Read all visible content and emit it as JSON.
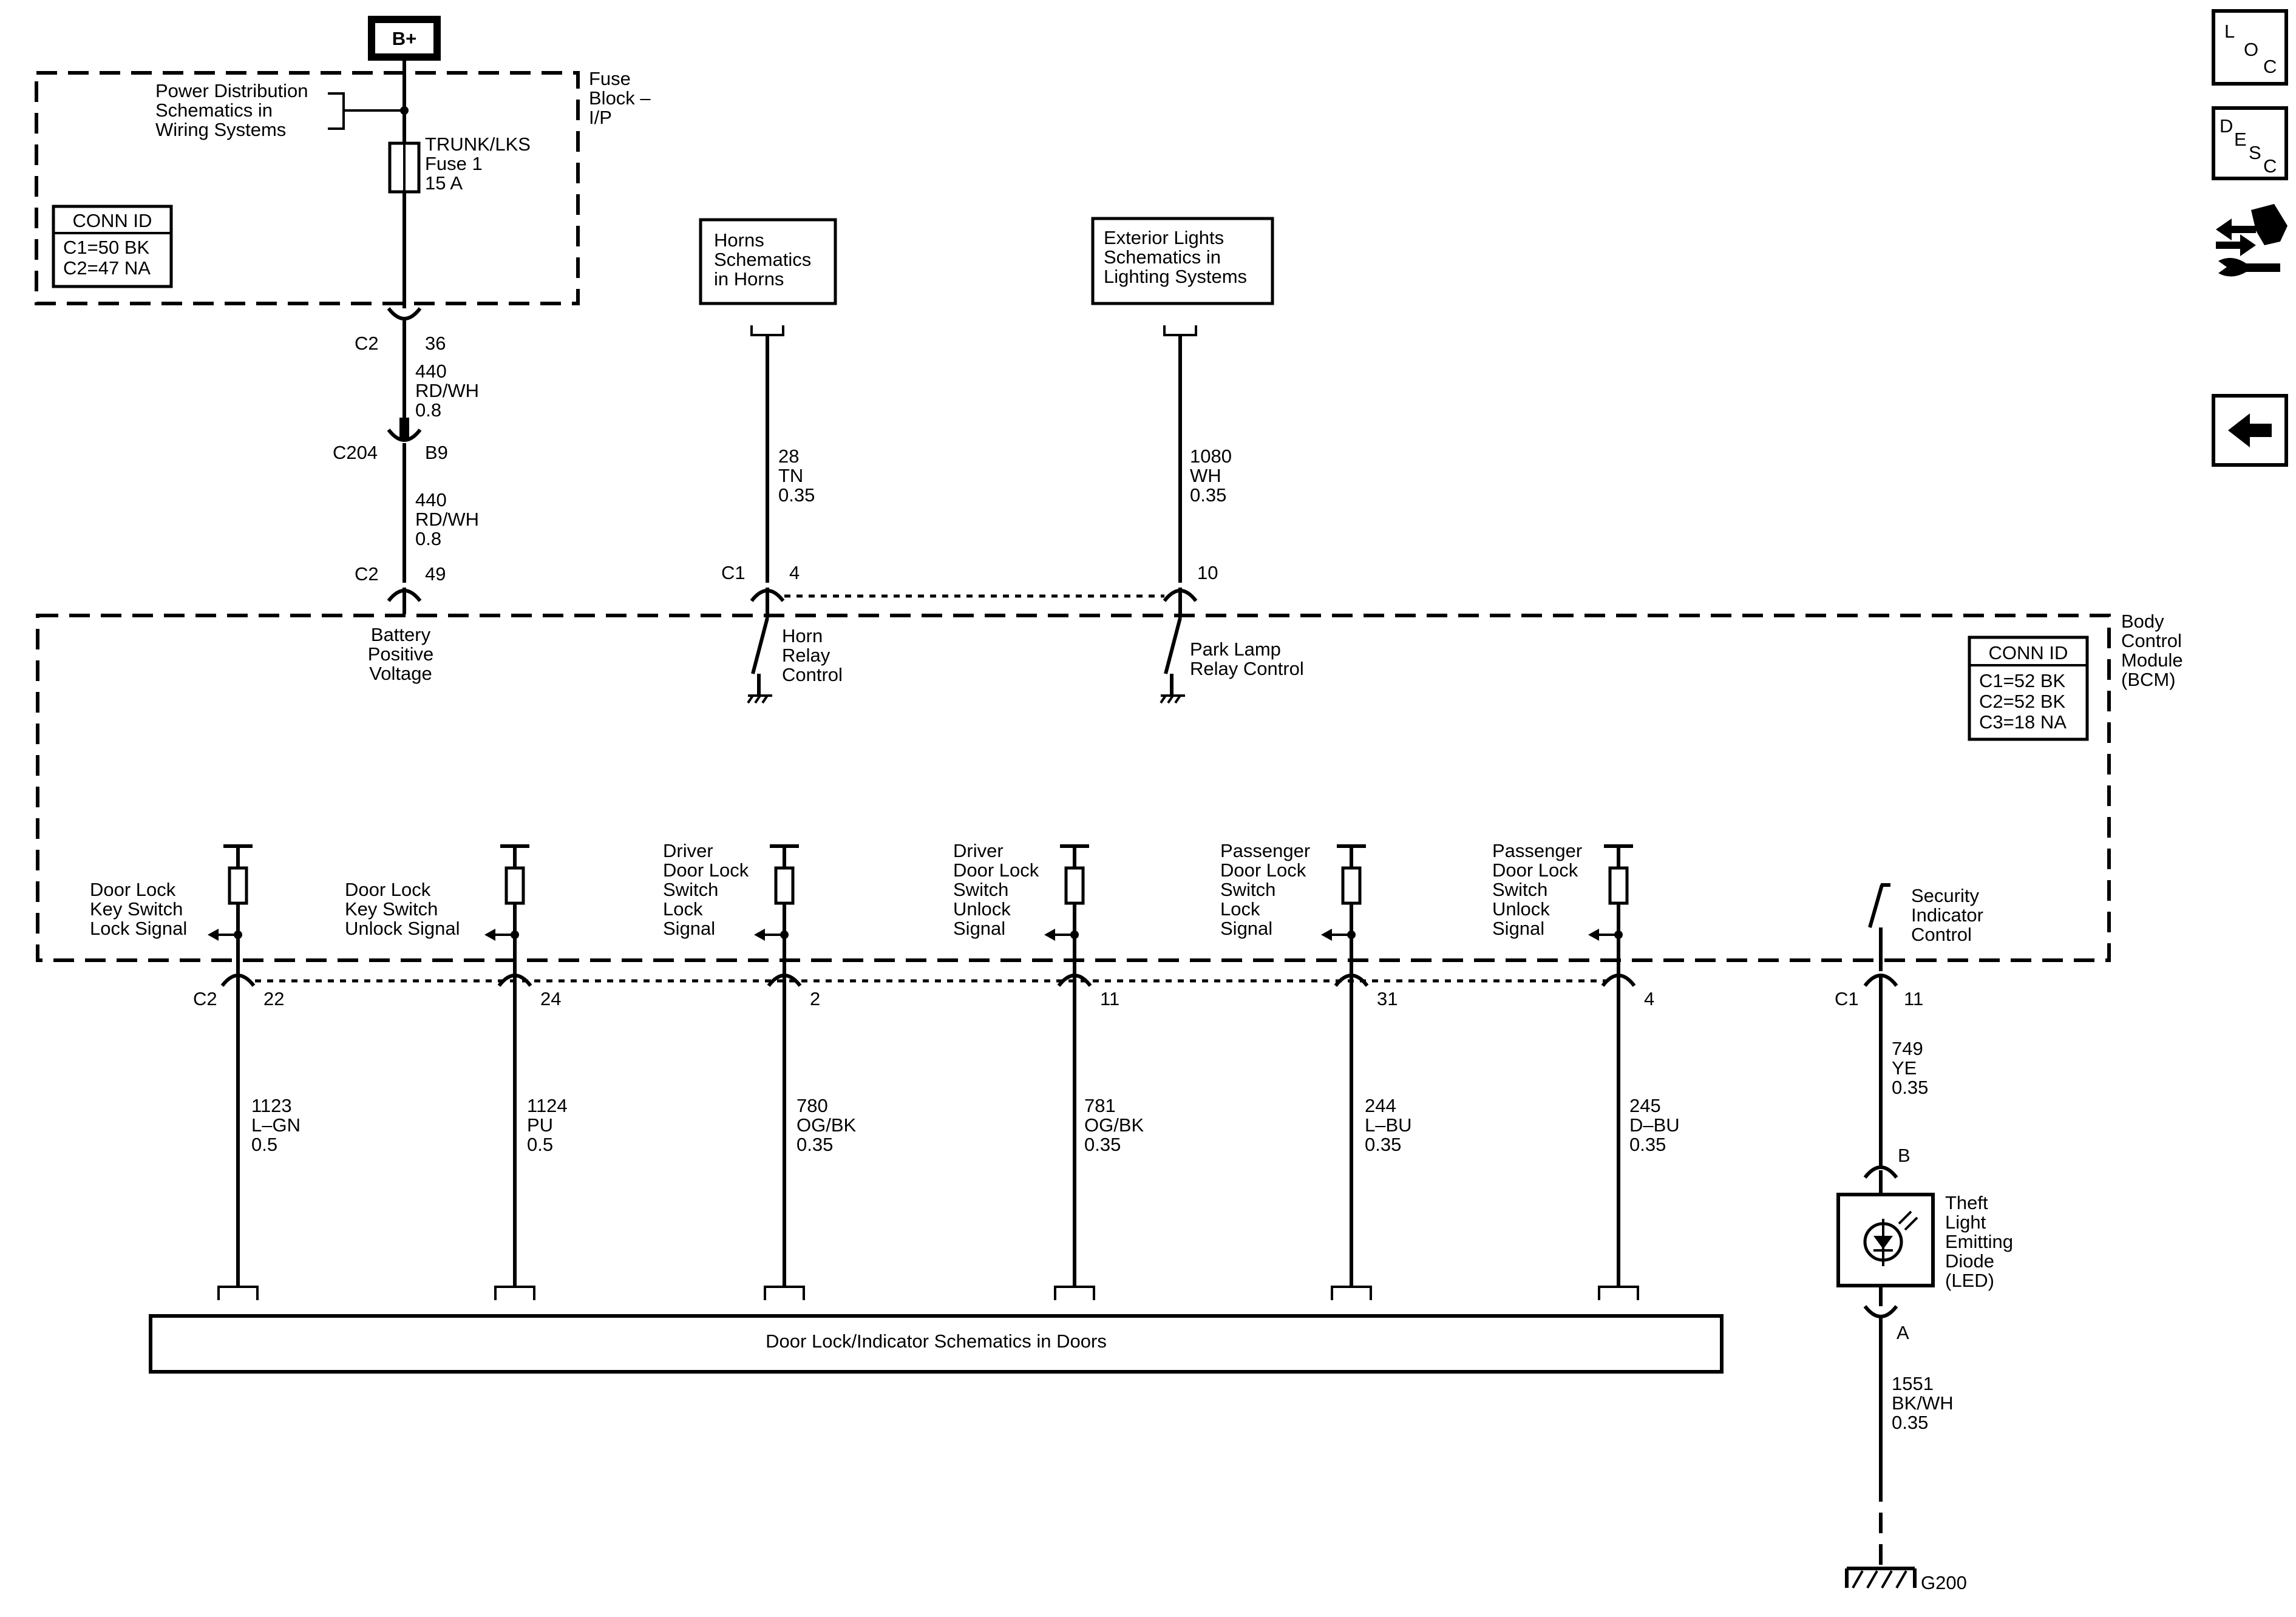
{
  "battery": {
    "label": "B+"
  },
  "fuse_block": {
    "title": [
      "Fuse",
      "Block –",
      "I/P"
    ],
    "pds_ref": [
      "Power Distribution",
      "Schematics in",
      "Wiring Systems"
    ],
    "fuse": [
      "TRUNK/LKS",
      "Fuse 1",
      "15 A"
    ],
    "conn_id": {
      "title": "CONN ID",
      "lines": [
        "C1=50 BK",
        "C2=47 NA"
      ]
    }
  },
  "power_feed": {
    "c2_top": {
      "conn": "C2",
      "pin": "36"
    },
    "wire1": [
      "440",
      "RD/WH",
      "0.8"
    ],
    "c204": {
      "conn": "C204",
      "pin": "B9"
    },
    "wire2": [
      "440",
      "RD/WH",
      "0.8"
    ],
    "c2_bottom": {
      "conn": "C2",
      "pin": "49"
    },
    "bcm_label": [
      "Battery",
      "Positive",
      "Voltage"
    ]
  },
  "horns": {
    "ref": [
      "Horns",
      "Schematics",
      "in Horns"
    ],
    "wire": [
      "28",
      "TN",
      "0.35"
    ],
    "conn": "C1",
    "pin": "4",
    "bcm_label": [
      "Horn",
      "Relay",
      "Control"
    ]
  },
  "exterior_lights": {
    "ref": [
      "Exterior Lights",
      "Schematics in",
      "Lighting Systems"
    ],
    "wire": [
      "1080",
      "WH",
      "0.35"
    ],
    "pin": "10",
    "bcm_label": [
      "Park Lamp",
      "Relay Control"
    ]
  },
  "bcm": {
    "title": [
      "Body",
      "Control",
      "Module",
      "(BCM)"
    ],
    "conn_id": {
      "title": "CONN ID",
      "lines": [
        "C1=52 BK",
        "C2=52 BK",
        "C3=18 NA"
      ]
    }
  },
  "signals": [
    {
      "label": [
        "Door Lock",
        "Key Switch",
        "Lock Signal"
      ],
      "pin": "22",
      "wire": [
        "1123",
        "L–GN",
        "0.5"
      ]
    },
    {
      "label": [
        "Door Lock",
        "Key Switch",
        "Unlock Signal"
      ],
      "pin": "24",
      "wire": [
        "1124",
        "PU",
        "0.5"
      ]
    },
    {
      "label": [
        "Driver",
        "Door Lock",
        "Switch",
        "Lock",
        "Signal"
      ],
      "pin": "2",
      "wire": [
        "780",
        "OG/BK",
        "0.35"
      ]
    },
    {
      "label": [
        "Driver",
        "Door Lock",
        "Switch",
        "Unlock",
        "Signal"
      ],
      "pin": "11",
      "wire": [
        "781",
        "OG/BK",
        "0.35"
      ]
    },
    {
      "label": [
        "Passenger",
        "Door Lock",
        "Switch",
        "Lock",
        "Signal"
      ],
      "pin": "31",
      "wire": [
        "244",
        "L–BU",
        "0.35"
      ]
    },
    {
      "label": [
        "Passenger",
        "Door Lock",
        "Switch",
        "Unlock",
        "Signal"
      ],
      "pin": "4",
      "wire": [
        "245",
        "D–BU",
        "0.35"
      ]
    }
  ],
  "signals_conn": "C2",
  "security": {
    "label": [
      "Security",
      "Indicator",
      "Control"
    ],
    "conn": "C1",
    "pin": "11",
    "wire": [
      "749",
      "YE",
      "0.35"
    ],
    "led_pin_top": "B",
    "led_label": [
      "Theft",
      "Light",
      "Emitting",
      "Diode",
      "(LED)"
    ],
    "led_pin_bottom": "A",
    "ground_wire": [
      "1551",
      "BK/WH",
      "0.35"
    ],
    "ground": "G200"
  },
  "door_box": {
    "label": "Door Lock/Indicator Schematics in Doors"
  },
  "side_buttons": {
    "loc": [
      "L",
      "O",
      "C"
    ],
    "desc": [
      "D",
      "E",
      "S",
      "C"
    ],
    "icons": [
      "connector-swap-icon",
      "back-arrow-icon"
    ]
  }
}
